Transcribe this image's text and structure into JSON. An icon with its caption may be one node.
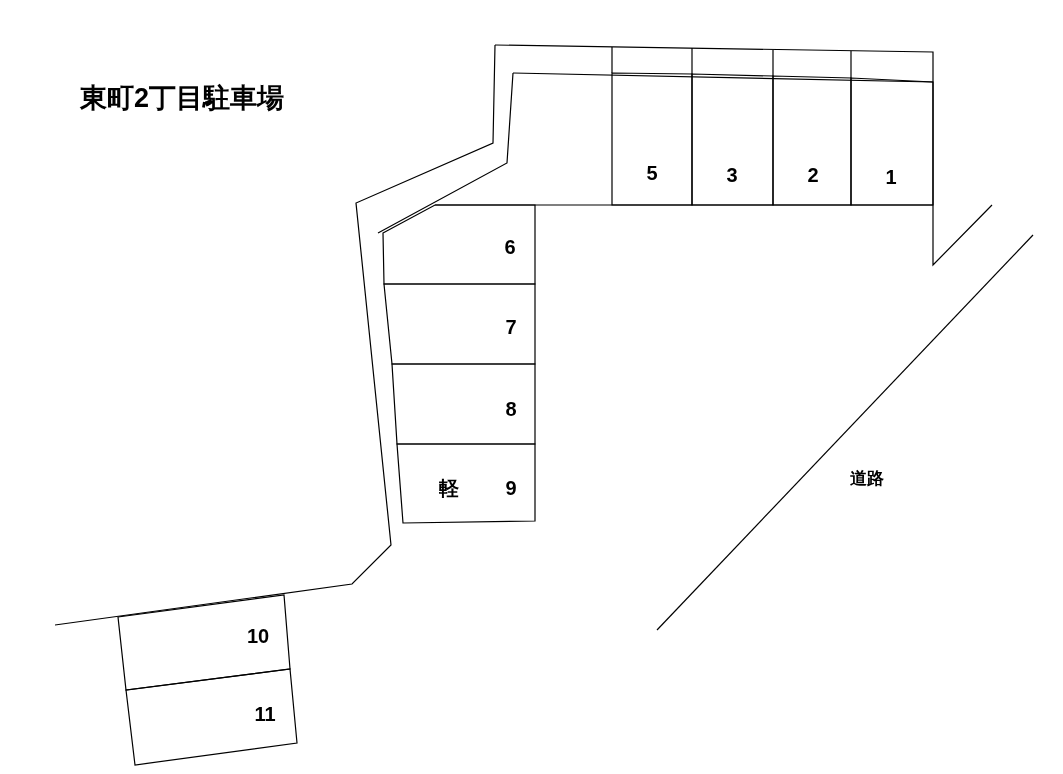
{
  "diagram": {
    "title": "東町2丁目駐車場",
    "nodes": [
      {
        "text": [
          "5"
        ]
      },
      {
        "text": [
          "3"
        ]
      },
      {
        "text": [
          "2"
        ]
      },
      {
        "text": [
          "1"
        ]
      },
      {
        "text": [
          "6"
        ]
      },
      {
        "text": [
          "7"
        ]
      },
      {
        "text": [
          "8"
        ]
      },
      {
        "text": [
          "軽",
          "9"
        ]
      },
      {
        "text": [
          "10"
        ]
      },
      {
        "text": [
          "11"
        ]
      }
    ],
    "labels": [
      "道路"
    ]
  }
}
